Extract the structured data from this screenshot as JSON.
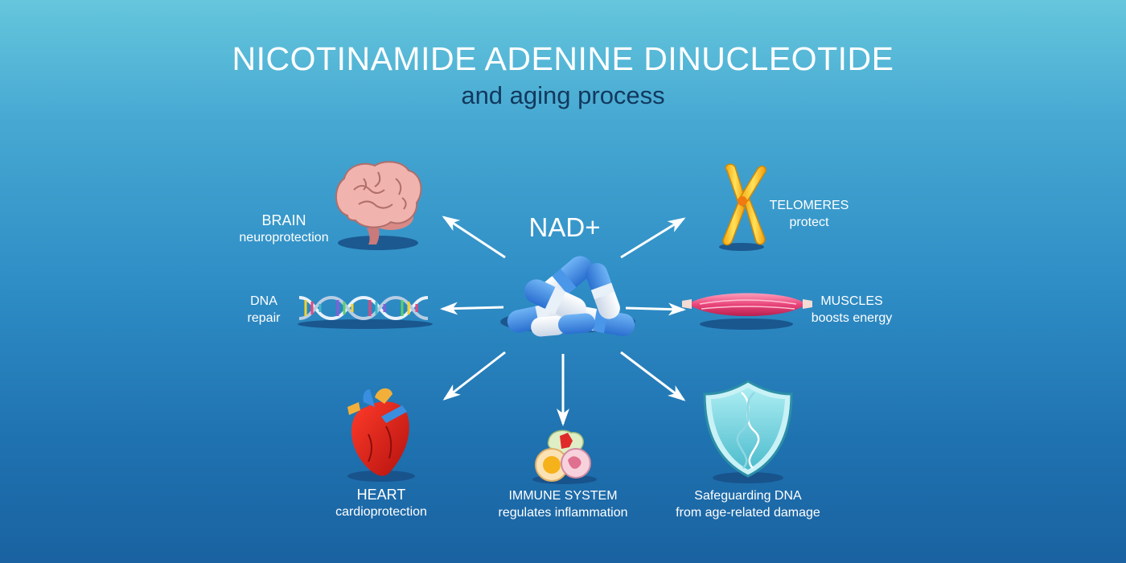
{
  "title": "NICOTINAMIDE ADENINE DINUCLEOTIDE",
  "subtitle": "and aging process",
  "center": {
    "label": "NAD+"
  },
  "nodes": {
    "brain": {
      "title": "BRAIN",
      "subtitle": "neuroprotection"
    },
    "dna": {
      "title": "DNA",
      "subtitle": "repair"
    },
    "heart": {
      "title": "HEART",
      "subtitle": "cardioprotection"
    },
    "immune": {
      "title": "IMMUNE SYSTEM",
      "subtitle": "regulates inflammation"
    },
    "safeguard": {
      "title": "Safeguarding DNA",
      "subtitle": "from age-related damage"
    },
    "muscles": {
      "title": "MUSCLES",
      "subtitle": "boosts energy"
    },
    "telomeres": {
      "title": "TELOMERES",
      "subtitle": "protect"
    }
  },
  "colors": {
    "title": "#ffffff",
    "subtitle": "#12385e",
    "arrow": "#ffffff",
    "capsule_blue": "#3b8ee8",
    "capsule_white": "#f4f8fc"
  }
}
